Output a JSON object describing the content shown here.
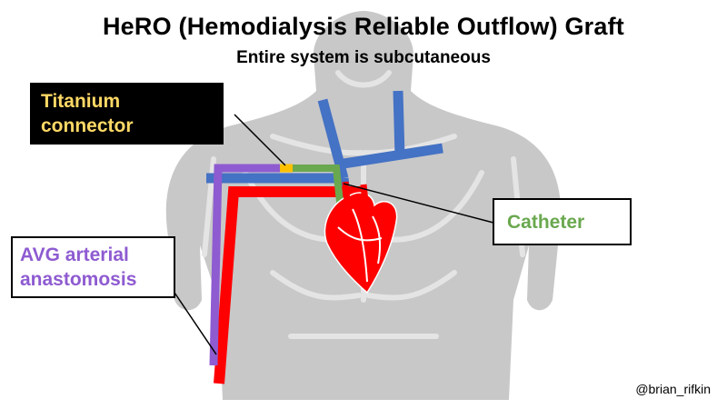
{
  "title": "HeRO (Hemodialysis Reliable Outflow) Graft",
  "subtitle": "Entire system is subcutaneous",
  "labels": {
    "titanium_connector": [
      "Titanium",
      "connector"
    ],
    "catheter": "Catheter",
    "avg_arterial": [
      "AVG arterial",
      "anastomosis"
    ]
  },
  "credit": "@brian_rifkin",
  "colors": {
    "body": "#c8c8c8",
    "catheter_green": "#6aa84f",
    "graft_purple": "#8e5bd1",
    "artery_red": "#ff0000",
    "vein_blue": "#4472c4",
    "connector_gold": "#ffc000",
    "titanium_text": "#ffd966"
  }
}
